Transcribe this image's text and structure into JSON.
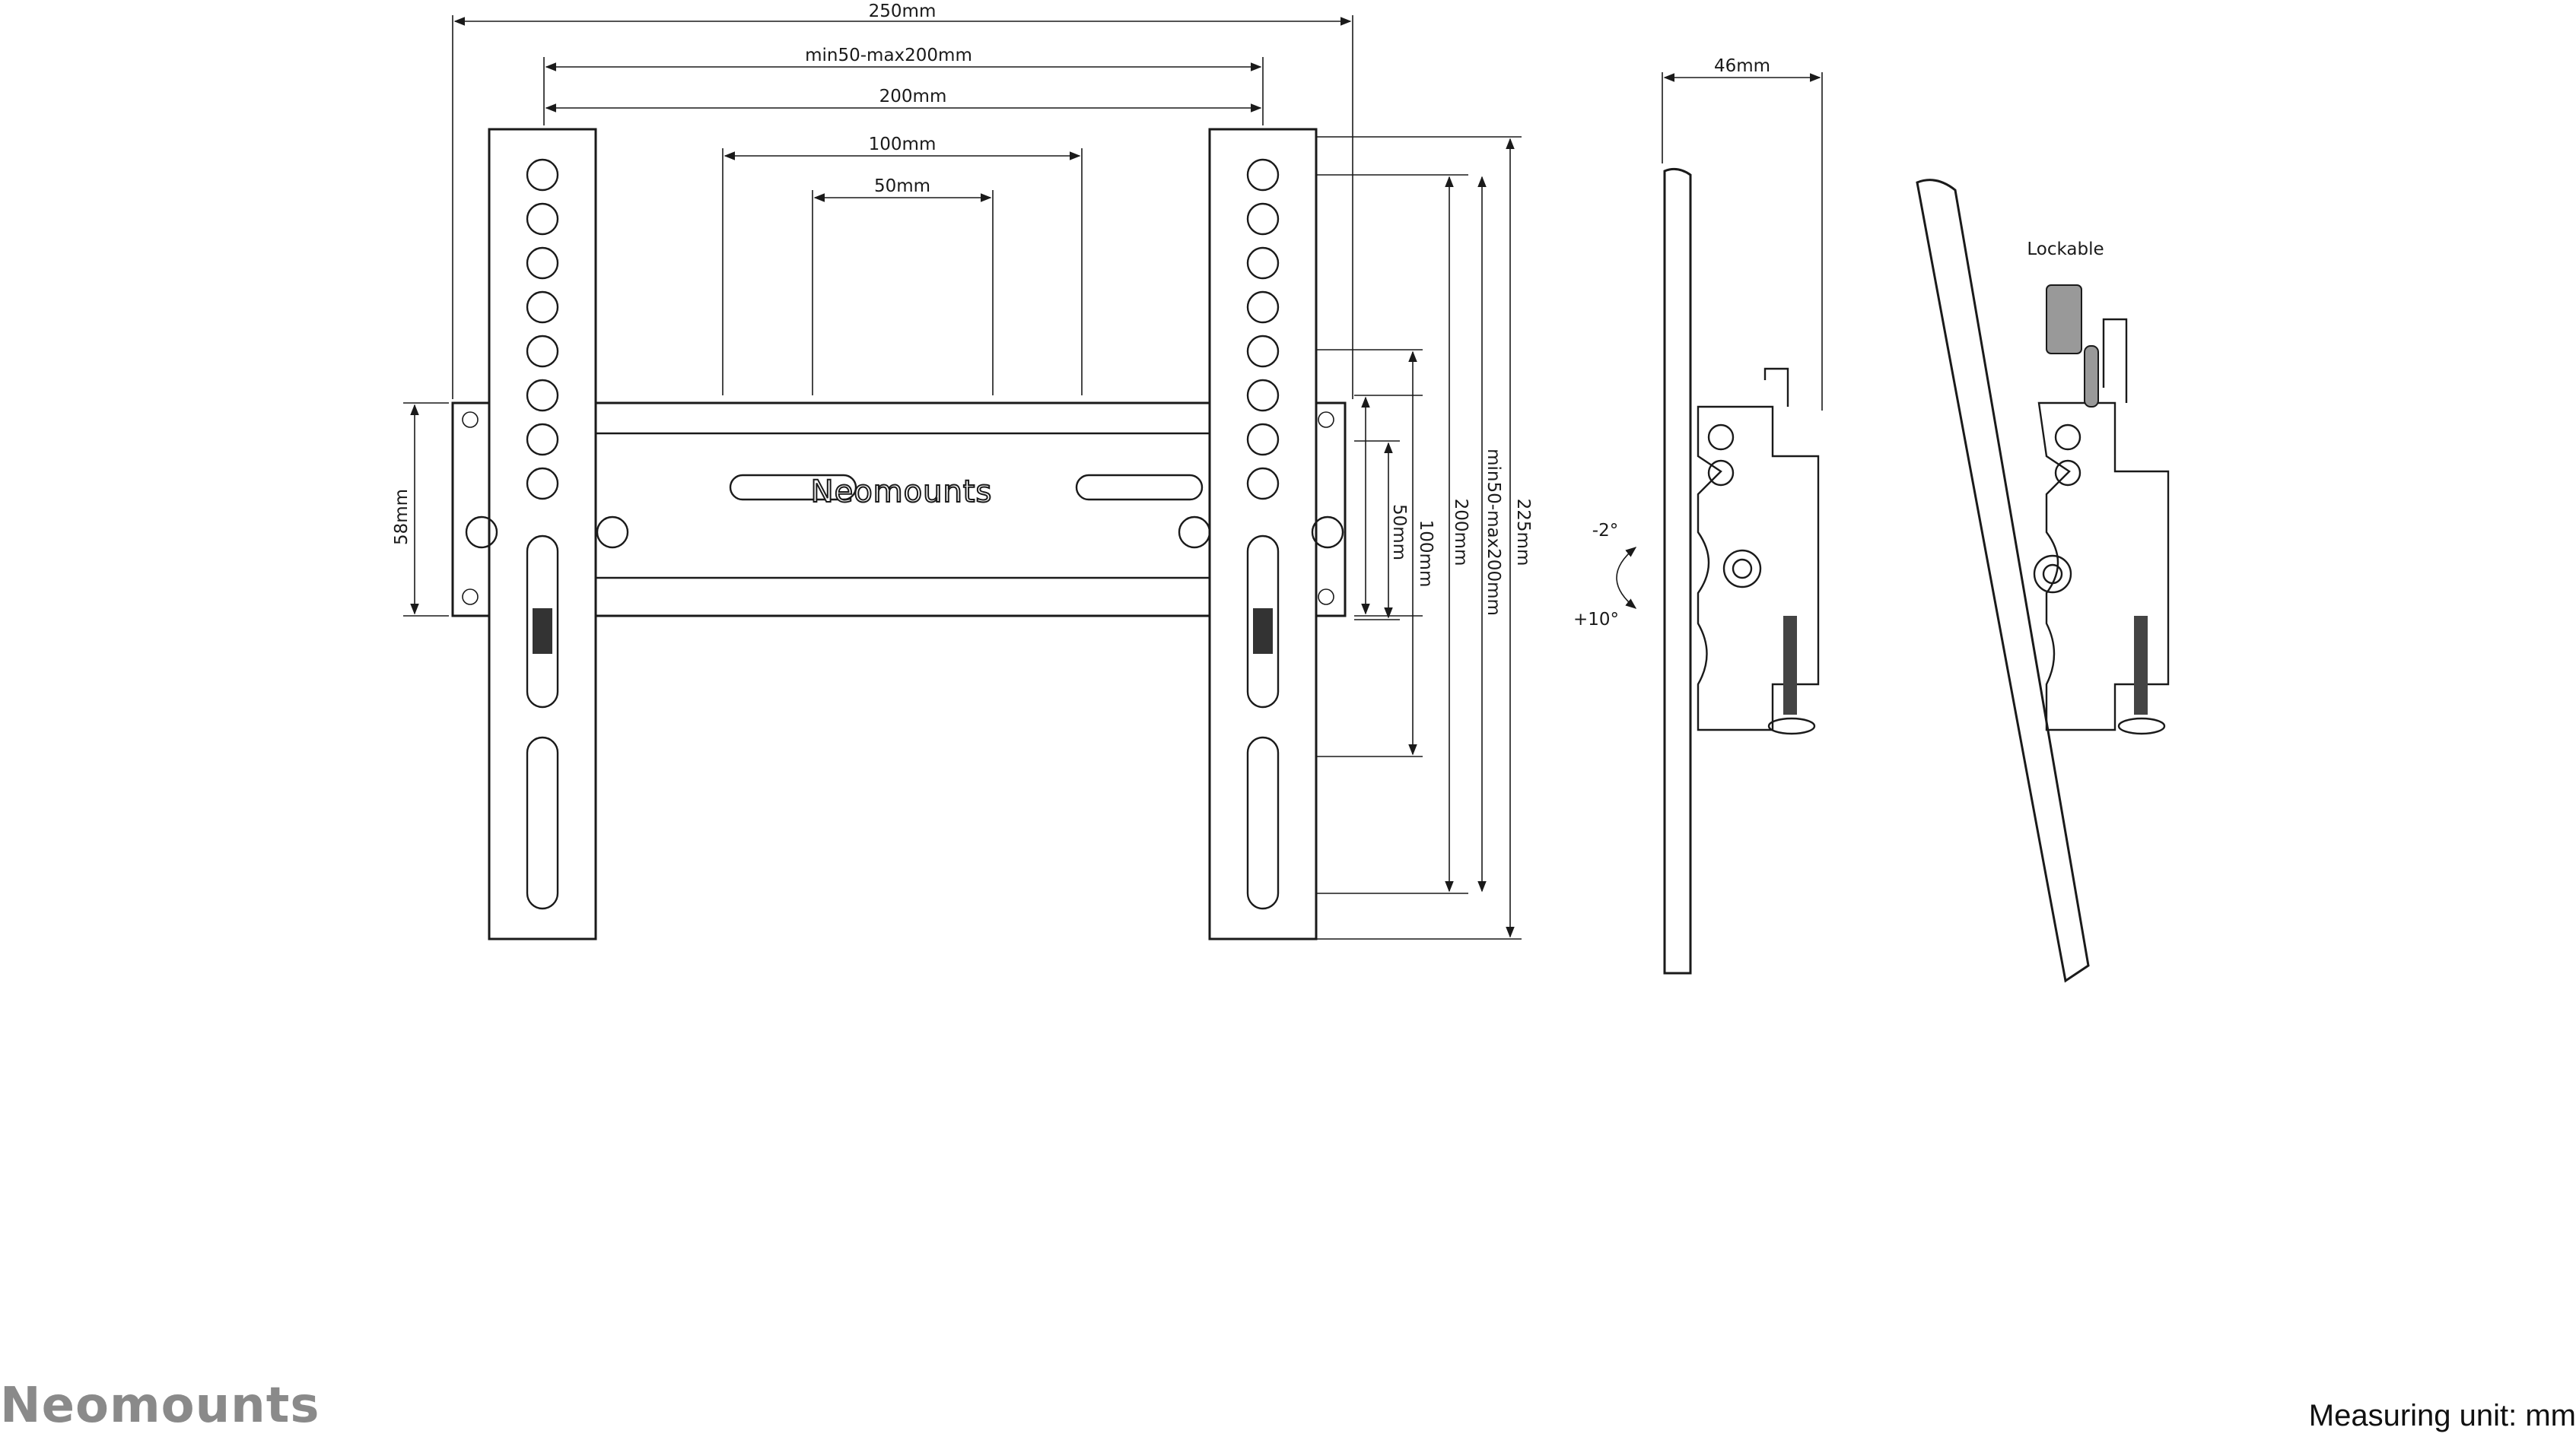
{
  "dimensions": {
    "overall_width": "250mm",
    "vesa_h_range": "min50-max200mm",
    "vesa_h_200": "200mm",
    "vesa_h_100": "100mm",
    "vesa_h_50": "50mm",
    "rail_height": "58mm",
    "vesa_v_50": "50mm",
    "vesa_v_100": "100mm",
    "vesa_v_200": "200mm",
    "vesa_v_range": "min50-max200mm",
    "overall_height": "225mm",
    "depth": "46mm",
    "tilt_up": "-2°",
    "tilt_down": "+10°"
  },
  "labels": {
    "plate_logo": "Neomounts",
    "lockable": "Lockable"
  },
  "footer": {
    "brand": "Neomounts",
    "measuring_unit": "Measuring unit: mm"
  },
  "colors": {
    "line": "#1a1a1a",
    "brand_gray": "#8a8a8a"
  }
}
